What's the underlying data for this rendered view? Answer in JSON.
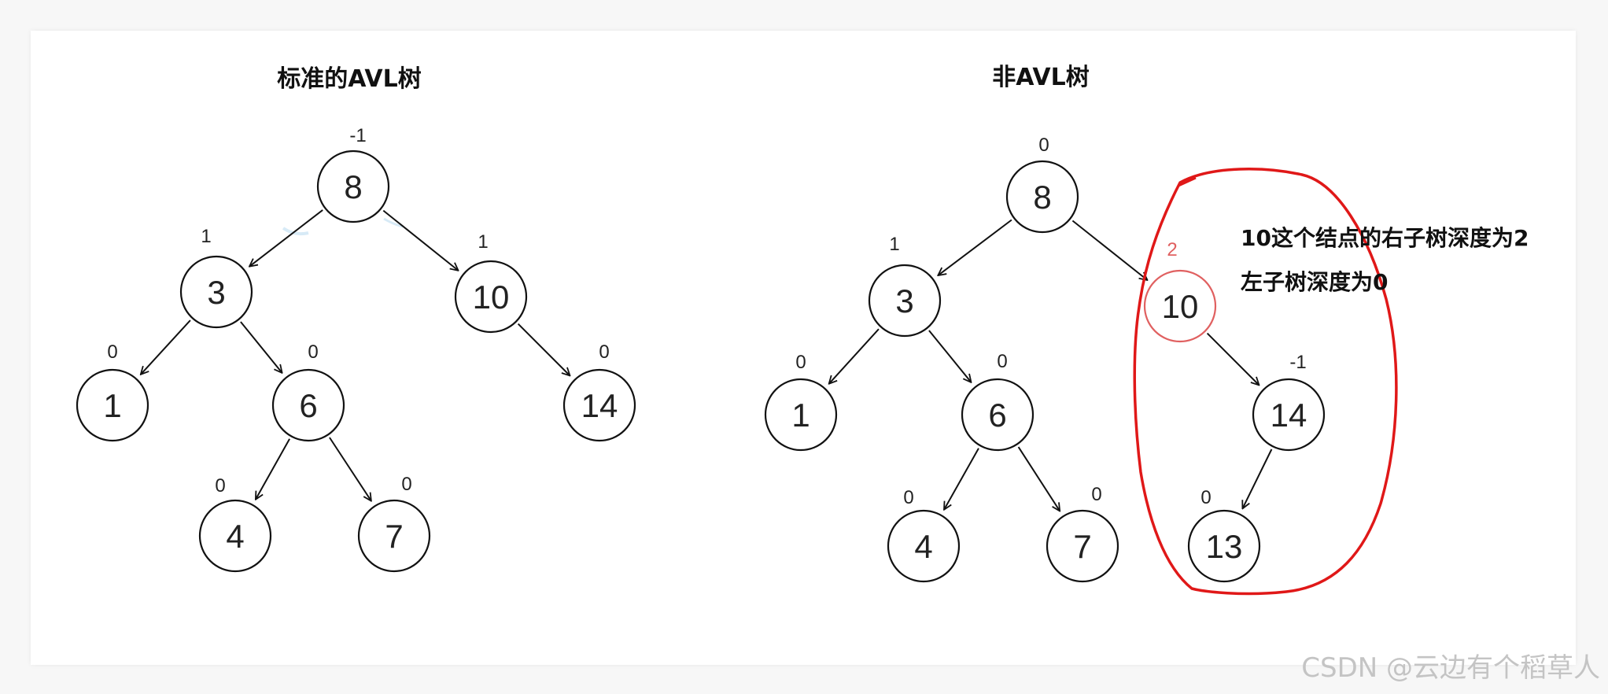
{
  "trees": [
    {
      "title": "标准的AVL树",
      "nodes": [
        {
          "id": "8",
          "label": "8",
          "bf": "-1"
        },
        {
          "id": "3",
          "label": "3",
          "bf": "1"
        },
        {
          "id": "10",
          "label": "10",
          "bf": "1"
        },
        {
          "id": "1",
          "label": "1",
          "bf": "0"
        },
        {
          "id": "6",
          "label": "6",
          "bf": "0"
        },
        {
          "id": "14",
          "label": "14",
          "bf": "0"
        },
        {
          "id": "4",
          "label": "4",
          "bf": "0"
        },
        {
          "id": "7",
          "label": "7",
          "bf": "0"
        }
      ],
      "edges": [
        [
          "8",
          "3"
        ],
        [
          "8",
          "10"
        ],
        [
          "3",
          "1"
        ],
        [
          "3",
          "6"
        ],
        [
          "10",
          "14"
        ],
        [
          "6",
          "4"
        ],
        [
          "6",
          "7"
        ]
      ]
    },
    {
      "title": "非AVL树",
      "nodes": [
        {
          "id": "8",
          "label": "8",
          "bf": "0"
        },
        {
          "id": "3",
          "label": "3",
          "bf": "1"
        },
        {
          "id": "10",
          "label": "10",
          "bf": "2",
          "highlight": true
        },
        {
          "id": "1",
          "label": "1",
          "bf": "0"
        },
        {
          "id": "6",
          "label": "6",
          "bf": "0"
        },
        {
          "id": "14",
          "label": "14",
          "bf": "-1"
        },
        {
          "id": "4",
          "label": "4",
          "bf": "0"
        },
        {
          "id": "7",
          "label": "7",
          "bf": "0"
        },
        {
          "id": "13",
          "label": "13",
          "bf": "0"
        }
      ],
      "edges": [
        [
          "8",
          "3"
        ],
        [
          "8",
          "10"
        ],
        [
          "3",
          "1"
        ],
        [
          "3",
          "6"
        ],
        [
          "10",
          "14"
        ],
        [
          "6",
          "4"
        ],
        [
          "6",
          "7"
        ],
        [
          "14",
          "13"
        ]
      ]
    }
  ],
  "annotation": {
    "line1": "10这个结点的右子树深度为2",
    "line2": "左子树深度为0"
  },
  "watermark": "CSDN @云边有个稻草人",
  "colors": {
    "highlight": "#e06060",
    "loop": "#e01818"
  }
}
